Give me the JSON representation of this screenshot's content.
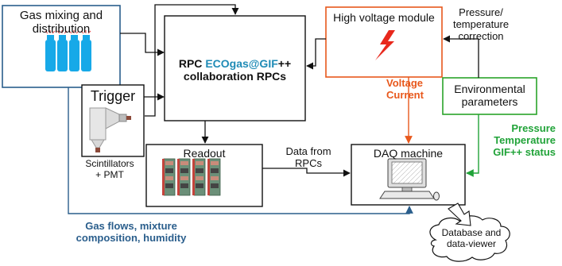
{
  "gas_box": {
    "title_line1": "Gas mixing and",
    "title_line2": "distribution",
    "border_color": "#2a5e8c",
    "cylinder_color": "#17a9e8"
  },
  "trigger_box": {
    "title": "Trigger",
    "caption_line1": "Scintillators",
    "caption_line2": "+ PMT"
  },
  "rpc_box": {
    "prefix": "RPC ",
    "highlight": "ECOgas@GIF",
    "suffix": "++",
    "line2": "collaboration RPCs",
    "highlight_color": "#1f8bb6"
  },
  "hv_box": {
    "title": "High voltage module",
    "border_color": "#e8581c",
    "bolt_color": "#e8281c"
  },
  "pressure_correction": {
    "line1": "Pressure/",
    "line2": "temperature",
    "line3": "correction"
  },
  "env_box": {
    "line1": "Environmental",
    "line2": "parameters",
    "border_color": "#2aa32a"
  },
  "voltage_current": {
    "line1": "Voltage",
    "line2": "Current",
    "color": "#e8581c"
  },
  "env_status": {
    "line1": "Pressure",
    "line2": "Temperature",
    "line3": "GIF++ status",
    "color": "#21a339"
  },
  "readout_box": {
    "title": "Readout"
  },
  "data_from_rpcs": {
    "line1": "Data from",
    "line2": "RPCs"
  },
  "daq_box": {
    "title": "DAQ machine"
  },
  "gas_flows": {
    "line1": "Gas flows, mixture",
    "line2": "composition, humidity",
    "color": "#2a5e8c"
  },
  "database": {
    "line1": "Database and",
    "line2": "data-viewer"
  }
}
